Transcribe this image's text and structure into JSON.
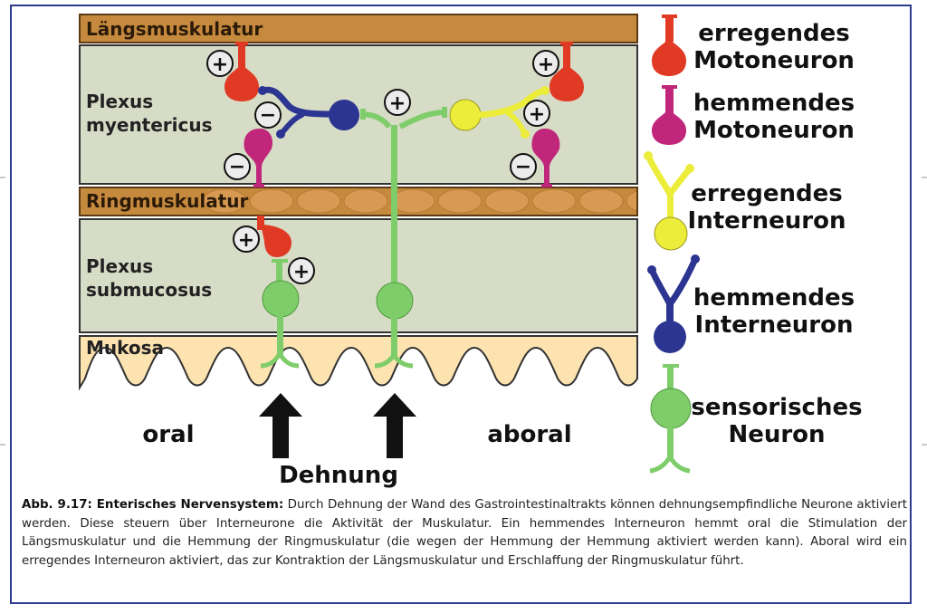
{
  "layers": {
    "longitudinal": "Längsmuskulatur",
    "myenteric": [
      "Plexus",
      "myentericus"
    ],
    "circular": "Ringmuskulatur",
    "submucous": [
      "Plexus",
      "submucosus"
    ],
    "mucosa": "Mukosa"
  },
  "directions": {
    "oral": "oral",
    "aboral": "aboral",
    "stretch": "Dehnung"
  },
  "signs": {
    "plus": "+",
    "minus": "−"
  },
  "legend": [
    {
      "type": "motor",
      "color": "#e03a24",
      "lines": [
        "erregendes",
        "Motoneuron"
      ]
    },
    {
      "type": "motor",
      "color": "#c0267a",
      "lines": [
        "hemmendes",
        "Motoneuron"
      ]
    },
    {
      "type": "inter",
      "color": "#ecec3a",
      "lines": [
        "erregendes",
        "Interneuron"
      ]
    },
    {
      "type": "inter",
      "color": "#2c3591",
      "lines": [
        "hemmendes",
        "Interneuron"
      ]
    },
    {
      "type": "sensory",
      "color": "#7fcd6a",
      "lines": [
        "sensorisches",
        "Neuron"
      ]
    }
  ],
  "colors": {
    "muscle": "#c68a3e",
    "plexus": "#d6dcc6",
    "mucosa": "#fde3b0",
    "frame": "#2e3a8c"
  },
  "caption": {
    "label": "Abb. 9.17: Enterisches Nervensystem:",
    "text": "Durch Dehnung der Wand des Gastrointestinaltrakts können dehnungsempfindliche Neurone aktiviert werden. Diese steuern über Interneurone die Aktivität der Muskulatur. Ein hemmendes Interneuron hemmt oral die Stimulation der Längsmuskulatur und die Hemmung der Ringmuskulatur (die wegen der Hemmung der Hemmung aktiviert werden kann). Aboral wird ein erregendes Interneuron aktiviert, das zur Kontraktion der Längsmuskulatur und Erschlaffung der Ringmuskulatur führt."
  }
}
